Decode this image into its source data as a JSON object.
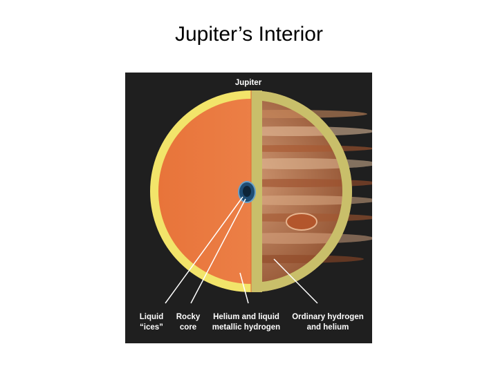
{
  "slide": {
    "title": "Jupiter’s Interior"
  },
  "diagram": {
    "planet_label": "Jupiter",
    "layers": [
      {
        "line1": "Liquid",
        "line2": "“ices”"
      },
      {
        "line1": "Rocky",
        "line2": "core"
      },
      {
        "line1": "Helium and liquid",
        "line2": "metallic hydrogen"
      },
      {
        "line1": "Ordinary hydrogen",
        "line2": "and helium"
      }
    ],
    "colors": {
      "panel_background": "#1f1f1f",
      "outer_layer": "#f2e46a",
      "metallic_hydrogen": "#e8743a",
      "liquid_ices": "#1e4c73",
      "rocky_core": "#0d2438",
      "atmosphere_band": "#c9bf6a",
      "planet_surface": "#b4673c",
      "label_text": "#ffffff"
    }
  }
}
